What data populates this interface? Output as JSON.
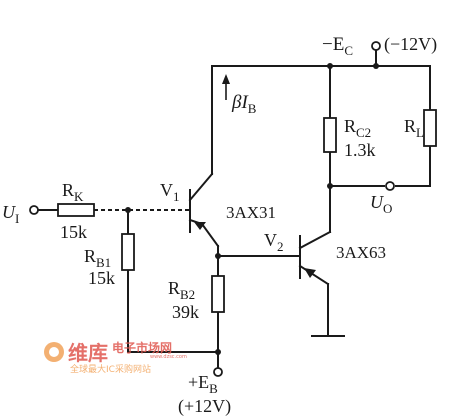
{
  "labels": {
    "supply_top": "−E",
    "supply_top_sub": "C",
    "supply_top_value": "(−12V)",
    "input": "U",
    "input_sub": "I",
    "output": "U",
    "output_sub": "O",
    "rk_name": "R",
    "rk_sub": "K",
    "rk_value": "15k",
    "rb1_name": "R",
    "rb1_sub": "B1",
    "rb1_value": "15k",
    "rb2_name": "R",
    "rb2_sub": "B2",
    "rb2_value": "39k",
    "rc2_name": "R",
    "rc2_sub": "C2",
    "rc2_value": "1.3k",
    "rl_name": "R",
    "rl_sub": "L",
    "v1_name": "V",
    "v1_sub": "1",
    "v1_part": "3AX31",
    "v2_name": "V",
    "v2_sub": "2",
    "v2_part": "3AX63",
    "current_beta": "β",
    "current_i": "I",
    "current_sub": "B",
    "supply_bottom": "+E",
    "supply_bottom_sub": "B",
    "supply_bottom_value": "(+12V)"
  },
  "watermark": {
    "brand": "维库",
    "line1": "电子市场网",
    "url": "www.dzsc.com",
    "line2": "全球最大IC采购网站"
  },
  "colors": {
    "ink": "#1a1a1a",
    "watermark_red": "#e0584f",
    "watermark_orange": "#f2a35a"
  }
}
